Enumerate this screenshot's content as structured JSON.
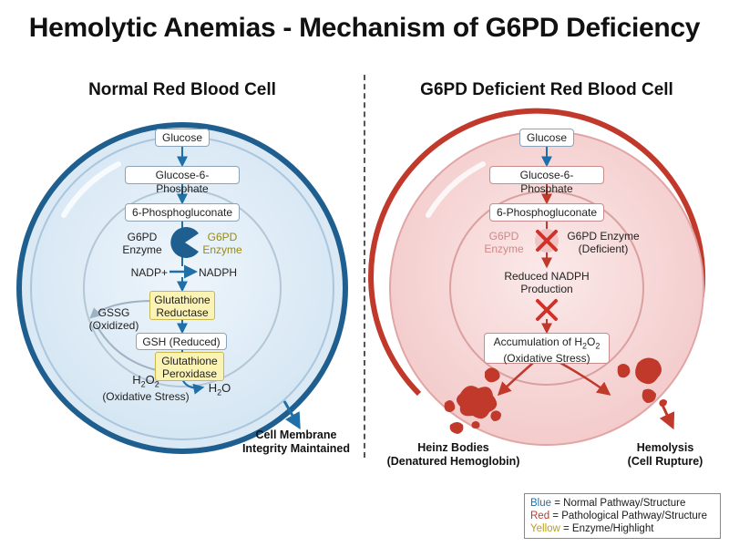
{
  "title": "Hemolytic Anemias - Mechanism of G6PD Deficiency",
  "normal": {
    "heading": "Normal Red Blood Cell",
    "glucose": "Glucose",
    "g6p": "Glucose-6-Phosphate",
    "pg": "6-Phosphogluconate",
    "enzyme_left": "G6PD\nEnzyme",
    "enzyme_right": "G6PD\nEnzyme",
    "nadp": "NADP+",
    "nadph": "NADPH",
    "gr": "Glutathione\nReductase",
    "gssg": "GSSG\n(Oxidized)",
    "gsh": "GSH (Reduced)",
    "gp": "Glutathione\nPeroxidase",
    "h2o2_stress_line": "(Oxidative Stress)",
    "membrane": "Cell Membrane\nIntegrity Maintained"
  },
  "deficient": {
    "heading": "G6PD Deficient Red Blood Cell",
    "glucose": "Glucose",
    "g6p": "Glucose-6-Phosphate",
    "pg": "6-Phosphogluconate",
    "enzyme_faded": "G6PD\nEnzyme",
    "enzyme_deficient": "G6PD Enzyme\n(Deficient)",
    "reduced_nadph": "Reduced NADPH\nProduction",
    "accumulation_line": "(Oxidative Stress)",
    "heinz": "Heinz Bodies\n(Denatured Hemoglobin)",
    "hemolysis": "Hemolysis\n(Cell Rupture)"
  },
  "legend": {
    "blue_key": "Blue",
    "blue_text": " = Normal Pathway/Structure",
    "red_key": "Red",
    "red_text": " = Pathological Pathway/Structure",
    "yellow_key": "Yellow",
    "yellow_text": " = Enzyme/Highlight"
  },
  "colors": {
    "blue": "#1f6fa8",
    "red": "#c0392b",
    "yellow": "#fbf3b4"
  }
}
